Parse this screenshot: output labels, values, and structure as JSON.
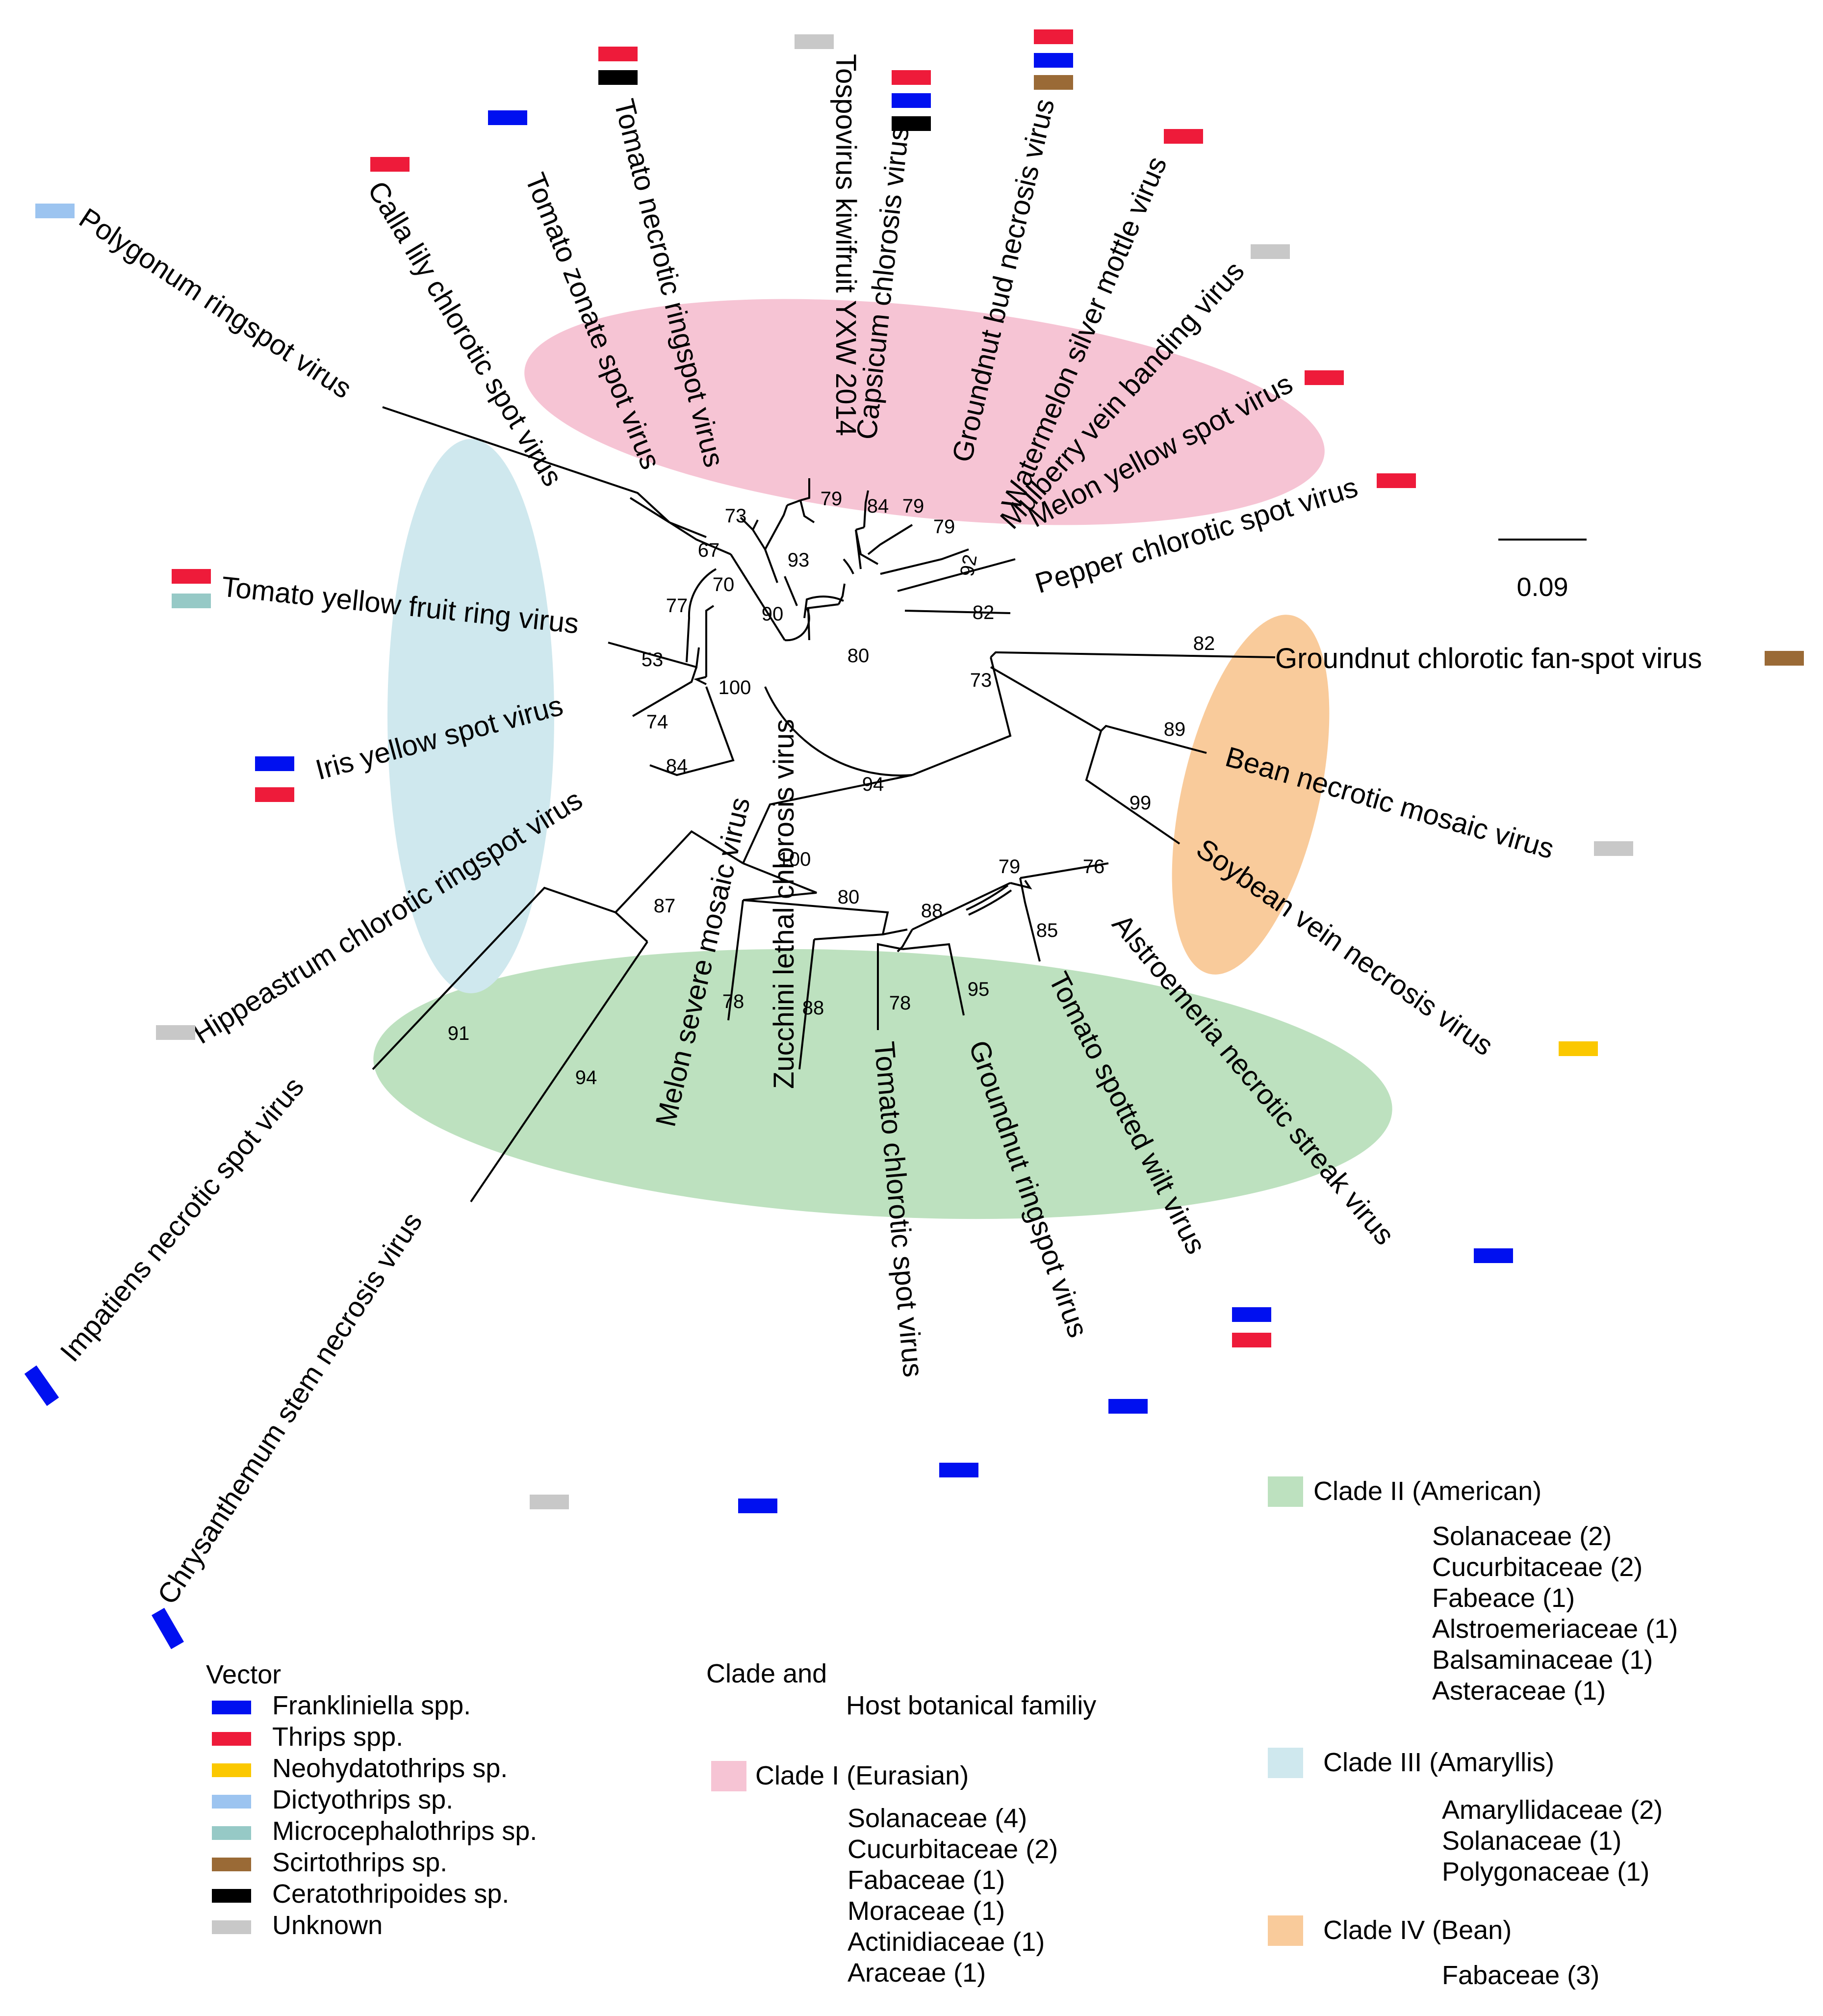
{
  "colors": {
    "Frankliniella": "#0010f0",
    "Thrips": "#ee1b3a",
    "Neohydatothrips": "#fbc800",
    "Dictyothrips": "#9cc4f0",
    "Microcephalothrips": "#96c9c6",
    "Scirtothrips": "#9a6a36",
    "Ceratothripoides": "#000000",
    "Unknown": "#c8c8c8",
    "clade_I": "#f6c4d4",
    "clade_II": "#bde1bf",
    "clade_III": "#cfe8ee",
    "clade_IV": "#f9cb9b"
  },
  "taxa": [
    {
      "name": "Polygonum ringspot virus",
      "vectors": [
        "Dictyothrips"
      ]
    },
    {
      "name": "Calla lily chlorotic spot virus",
      "vectors": [
        "Thrips"
      ]
    },
    {
      "name": "Tomato zonate spot virus",
      "vectors": [
        "Frankliniella"
      ]
    },
    {
      "name": "Tomato necrotic ringspot virus",
      "vectors": [
        "Thrips",
        "Ceratothripoides"
      ]
    },
    {
      "name": "Tospovirus kiwifruit YXW 2014",
      "vectors": [
        "Unknown"
      ]
    },
    {
      "name": "Capsicum chlorosis virus",
      "vectors": [
        "Thrips",
        "Frankliniella",
        "Ceratothripoides"
      ]
    },
    {
      "name": "Groundnut bud necrosis virus",
      "vectors": [
        "Thrips",
        "Frankliniella",
        "Scirtothrips"
      ]
    },
    {
      "name": "Watermelon silver mottle virus",
      "vectors": [
        "Thrips"
      ]
    },
    {
      "name": "Mulberry vein banding virus",
      "vectors": [
        "Unknown"
      ]
    },
    {
      "name": "Melon yellow spot virus",
      "vectors": [
        "Thrips"
      ]
    },
    {
      "name": "Pepper chlorotic spot virus",
      "vectors": [
        "Thrips"
      ]
    },
    {
      "name": "Groundnut chlorotic fan-spot virus",
      "vectors": [
        "Scirtothrips"
      ]
    },
    {
      "name": "Bean necrotic mosaic virus",
      "vectors": [
        "Unknown"
      ]
    },
    {
      "name": "Soybean vein necrosis virus",
      "vectors": [
        "Neohydatothrips"
      ]
    },
    {
      "name": "Alstroemeria necrotic streak virus",
      "vectors": [
        "Frankliniella"
      ]
    },
    {
      "name": "Tomato spotted wilt virus",
      "vectors": [
        "Frankliniella",
        "Thrips"
      ]
    },
    {
      "name": "Groundnut ringspot virus",
      "vectors": [
        "Frankliniella"
      ]
    },
    {
      "name": "Tomato chlorotic spot virus",
      "vectors": [
        "Frankliniella"
      ]
    },
    {
      "name": "Zucchini lethal chlorosis virus",
      "vectors": [
        "Frankliniella"
      ]
    },
    {
      "name": "Melon severe mosaic virus",
      "vectors": [
        "Unknown"
      ]
    },
    {
      "name": "Chrysanthemum stem necrosis virus",
      "vectors": [
        "Frankliniella"
      ]
    },
    {
      "name": "Impatiens necrotic spot virus",
      "vectors": [
        "Frankliniella"
      ]
    },
    {
      "name": "Hippeastrum chlorotic ringspot virus",
      "vectors": [
        "Unknown"
      ]
    },
    {
      "name": "Iris yellow spot virus",
      "vectors": [
        "Frankliniella",
        "Thrips"
      ]
    },
    {
      "name": "Tomato yellow fruit ring virus",
      "vectors": [
        "Thrips",
        "Microcephalothrips"
      ]
    }
  ],
  "bootstrap": [
    "80",
    "90",
    "93",
    "73",
    "79",
    "84",
    "79",
    "79",
    "92",
    "82",
    "67",
    "70",
    "77",
    "100",
    "53",
    "74",
    "84",
    "94",
    "100",
    "80",
    "88",
    "79",
    "76",
    "85",
    "95",
    "78",
    "88",
    "78",
    "87",
    "91",
    "94",
    "73",
    "82",
    "89",
    "99"
  ],
  "scale_label": "0.09",
  "vector_legend": {
    "title": "Vector",
    "items": [
      {
        "label": "Frankliniella spp.",
        "key": "Frankliniella"
      },
      {
        "label": "Thrips spp.",
        "key": "Thrips"
      },
      {
        "label": "Neohydatothrips sp.",
        "key": "Neohydatothrips"
      },
      {
        "label": "Dictyothrips sp.",
        "key": "Dictyothrips"
      },
      {
        "label": "Microcephalothrips sp.",
        "key": "Microcephalothrips"
      },
      {
        "label": "Scirtothrips sp.",
        "key": "Scirtothrips"
      },
      {
        "label": "Ceratothripoides sp.",
        "key": "Ceratothripoides"
      },
      {
        "label": "Unknown",
        "key": "Unknown"
      }
    ]
  },
  "clade_legend": {
    "title_line1": "Clade and",
    "title_line2": "Host botanical familiy",
    "clades": [
      {
        "label": "Clade I (Eurasian)",
        "color_key": "clade_I",
        "hosts": [
          "Solanaceae (4)",
          "Cucurbitaceae (2)",
          "Fabaceae (1)",
          "Moraceae (1)",
          "Actinidiaceae (1)",
          "Araceae (1)"
        ]
      },
      {
        "label": "Clade II (American)",
        "color_key": "clade_II",
        "hosts": [
          "Solanaceae (2)",
          "Cucurbitaceae (2)",
          "Fabeace (1)",
          "Alstroemeriaceae (1)",
          "Balsaminaceae (1)",
          "Asteraceae (1)"
        ]
      },
      {
        "label": "Clade III (Amaryllis)",
        "color_key": "clade_III",
        "hosts": [
          "Amaryllidaceae (2)",
          "Solanaceae (1)",
          "Polygonaceae (1)"
        ]
      },
      {
        "label": "Clade IV (Bean)",
        "color_key": "clade_IV",
        "hosts": [
          "Fabaceae (3)"
        ]
      }
    ]
  }
}
